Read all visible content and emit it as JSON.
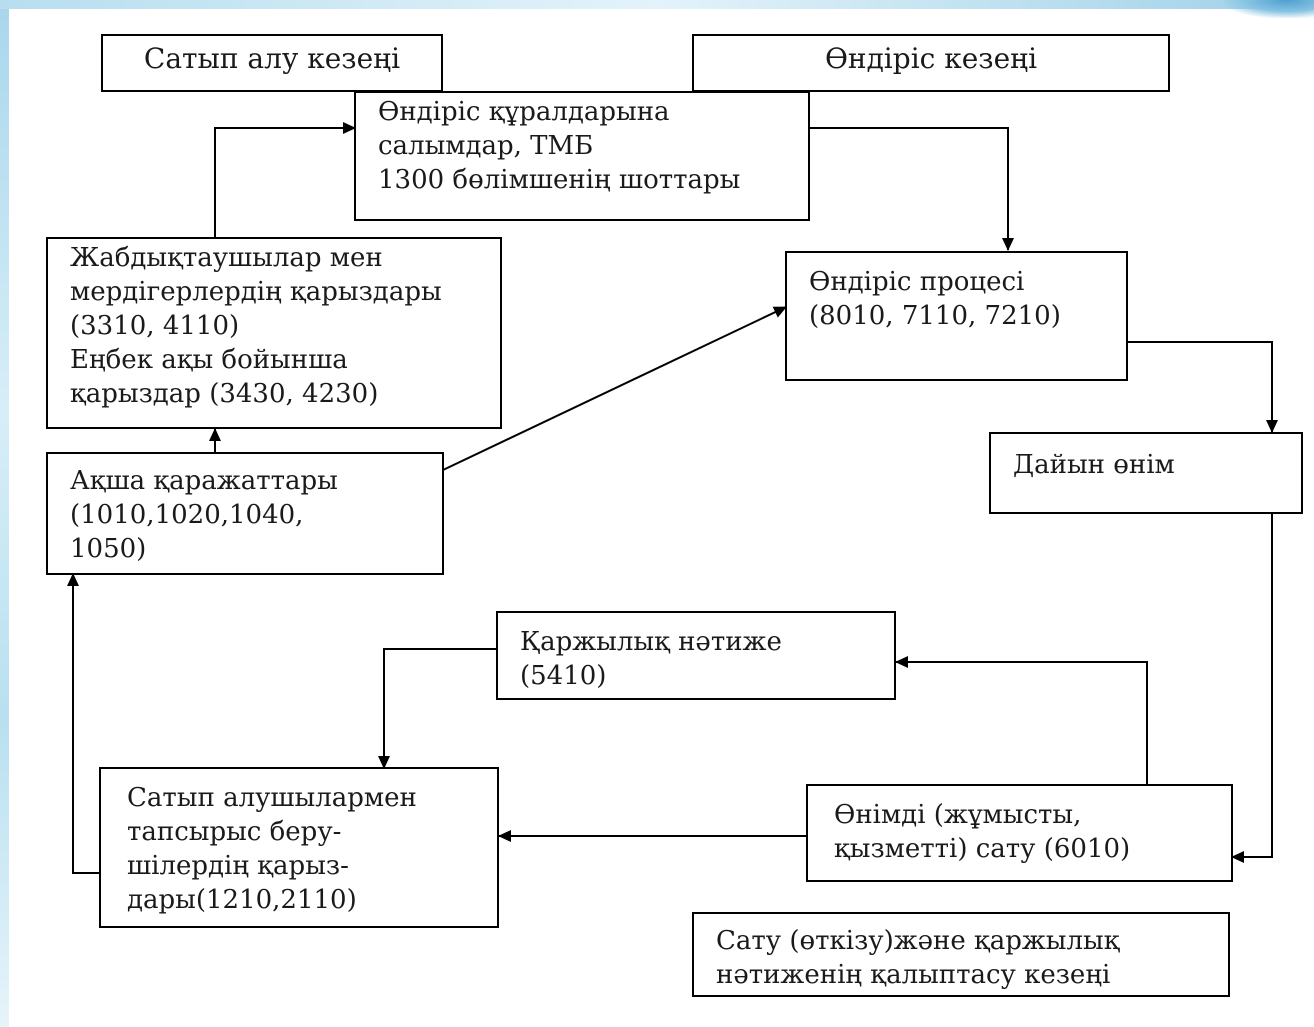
{
  "boxes": {
    "purchase_stage": "Сатып алу кезеңі",
    "production_stage": "Өндіріс кезеңі",
    "investments": "Өндіріс құралдарына\nсалымдар,  ТМБ\n1300 бөлімшенің шоттары",
    "payables": "Жабдықтаушылар  мен\nмердігерлердің қарыздары\n(3310, 4110)\nЕңбек ақы бойынша\nқарыздар (3430, 4230)",
    "production_process": "Өндіріс процесі\n(8010, 7110,  7210)",
    "cash": "Ақша қаражаттары\n(1010,1020,1040,\n1050)",
    "finished_goods": "Дайын өнім",
    "financial_result": "Қаржылық  нәтиже\n(5410)",
    "receivables": "Сатып алушылармен\nтапсырыс беру-\nшілердің қарыз-\nдары(1210,2110)",
    "sales": "Өнімді (жұмысты,\nқызметті)  сату  (6010)",
    "sales_stage": "Сату (өткізу)және қаржылық\nнәтиженің қалыптасу кезеңі"
  }
}
